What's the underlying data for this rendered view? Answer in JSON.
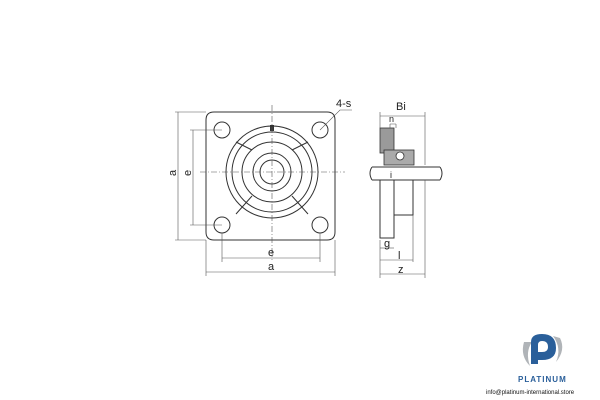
{
  "drawing": {
    "front_labels": {
      "a_vertical": "a",
      "e_vertical": "e",
      "e_horizontal": "e",
      "a_horizontal": "a",
      "holes": "4-s"
    },
    "side_labels": {
      "bi": "Bi",
      "n": "n",
      "i": "i",
      "g": "g",
      "l": "l",
      "z": "z"
    }
  },
  "logo": {
    "brand": "PLATINUM",
    "email": "info@platinum-international.store",
    "colors": {
      "blue": "#2a5f9a",
      "gray": "#b0b4b8"
    }
  }
}
